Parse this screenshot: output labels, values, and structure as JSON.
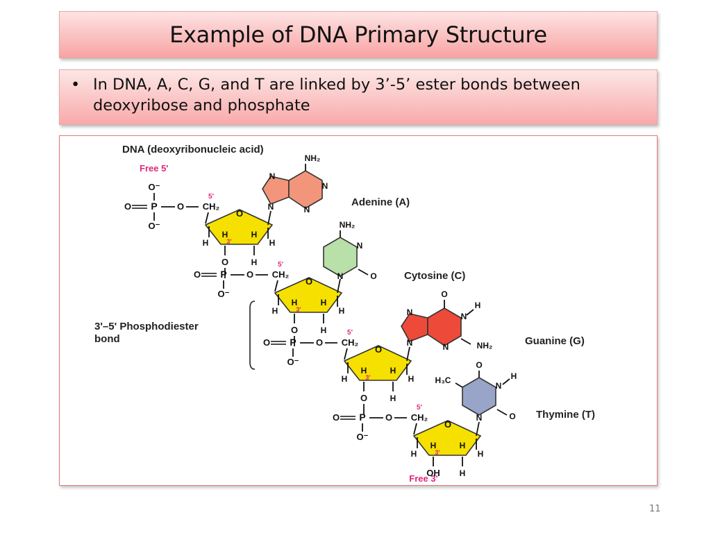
{
  "slide": {
    "title": "Example of DNA Primary Structure",
    "bullet": "In DNA, A, C, G, and T are linked by 3’-5’ ester bonds between deoxyribose and phosphate",
    "bullet_glyph": "•",
    "page_number": "11"
  },
  "diagram": {
    "heading": "DNA (deoxyribonucleic acid)",
    "free5": "Free 5'",
    "free3": "Free 3'",
    "bond_label_1": "3'–5' Phosphodiester",
    "bond_label_2": "bond",
    "bases": {
      "adenine": "Adenine (A)",
      "cytosine": "Cytosine (C)",
      "guanine": "Guanine (G)",
      "thymine": "Thymine (T)"
    },
    "atoms": {
      "o_minus": "O⁻",
      "o": "O",
      "p": "P",
      "ch2": "CH₂",
      "h": "H",
      "n": "N",
      "nh2": "NH₂",
      "oh": "OH",
      "h3c": "H₃C",
      "five_prime": "5'",
      "three_prime": "3'"
    },
    "colors": {
      "sugar": "#f5e000",
      "adenine": "#f3957a",
      "cytosine": "#b8e0a8",
      "guanine": "#ee4a3a",
      "thymine": "#98a4c8",
      "label_magenta": "#e0267a"
    }
  }
}
